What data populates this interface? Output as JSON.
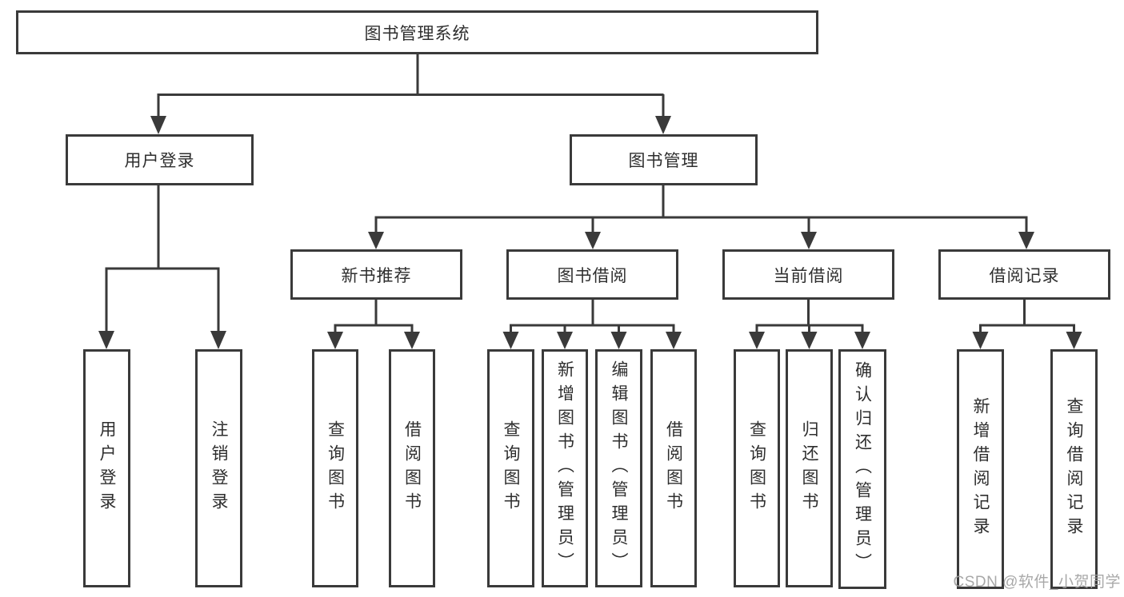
{
  "watermark": "CSDN @软件_小贺同学",
  "colors": {
    "line": "#3a3a3a",
    "border": "#3a3a3a",
    "text": "#2e2e2e",
    "background": "#ffffff",
    "watermark": "#9e9e9e"
  },
  "tree": {
    "label": "图书管理系统",
    "children": [
      {
        "label": "用户登录",
        "children": [
          {
            "label": "用户登录"
          },
          {
            "label": "注销登录"
          }
        ]
      },
      {
        "label": "图书管理",
        "children": [
          {
            "label": "新书推荐",
            "children": [
              {
                "label": "查询图书"
              },
              {
                "label": "借阅图书"
              }
            ]
          },
          {
            "label": "图书借阅",
            "children": [
              {
                "label": "查询图书"
              },
              {
                "label": "新增图书（管理员）"
              },
              {
                "label": "编辑图书（管理员）"
              },
              {
                "label": "借阅图书"
              }
            ]
          },
          {
            "label": "当前借阅",
            "children": [
              {
                "label": "查询图书"
              },
              {
                "label": "归还图书"
              },
              {
                "label": "确认归还（管理员）"
              }
            ]
          },
          {
            "label": "借阅记录",
            "children": [
              {
                "label": "新增借阅记录"
              },
              {
                "label": "查询借阅记录"
              }
            ]
          }
        ]
      }
    ]
  }
}
